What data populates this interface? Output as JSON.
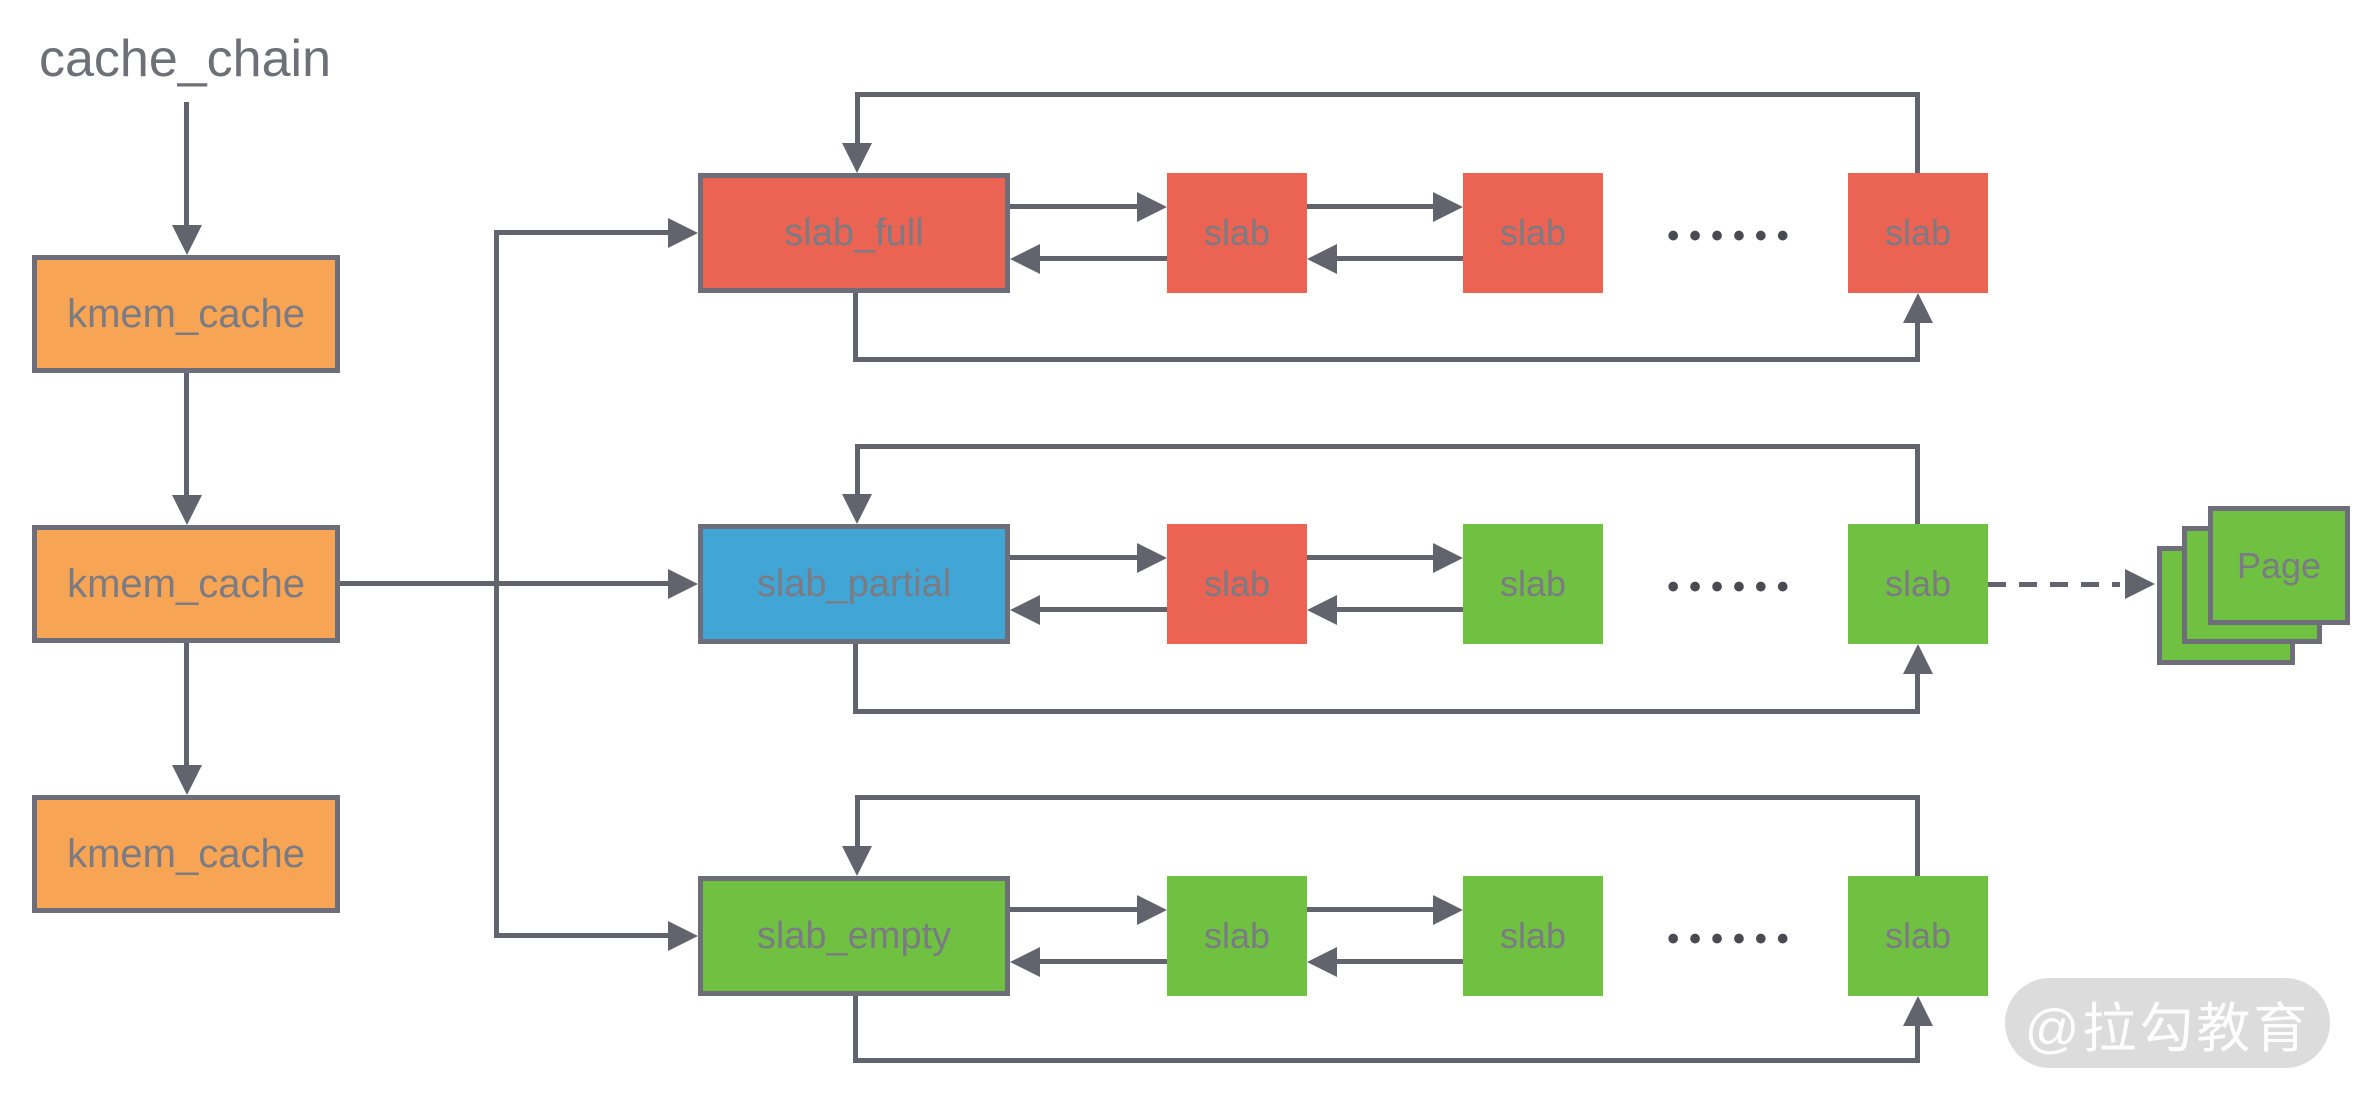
{
  "title": "cache_chain",
  "left_chain": {
    "nodes": [
      {
        "label": "kmem_cache"
      },
      {
        "label": "kmem_cache"
      },
      {
        "label": "kmem_cache"
      }
    ]
  },
  "rows": [
    {
      "head_label": "slab_full",
      "slab_labels": [
        "slab",
        "slab",
        "slab"
      ],
      "dots": "••••••"
    },
    {
      "head_label": "slab_partial",
      "slab_labels": [
        "slab",
        "slab",
        "slab"
      ],
      "dots": "••••••"
    },
    {
      "head_label": "slab_empty",
      "slab_labels": [
        "slab",
        "slab",
        "slab"
      ],
      "dots": "••••••"
    }
  ],
  "page": {
    "label": "Page"
  },
  "watermark": {
    "label": "@拉勾教育"
  },
  "colors": {
    "orange": "#F7A455",
    "red": "#EB6352",
    "blue": "#41A5D5",
    "green": "#70C042",
    "line": "#63636E",
    "border": "#6E6E7A",
    "boxtext": "#7B7B84",
    "titletext": "#6F6F78",
    "dots": "#4A4A52"
  }
}
